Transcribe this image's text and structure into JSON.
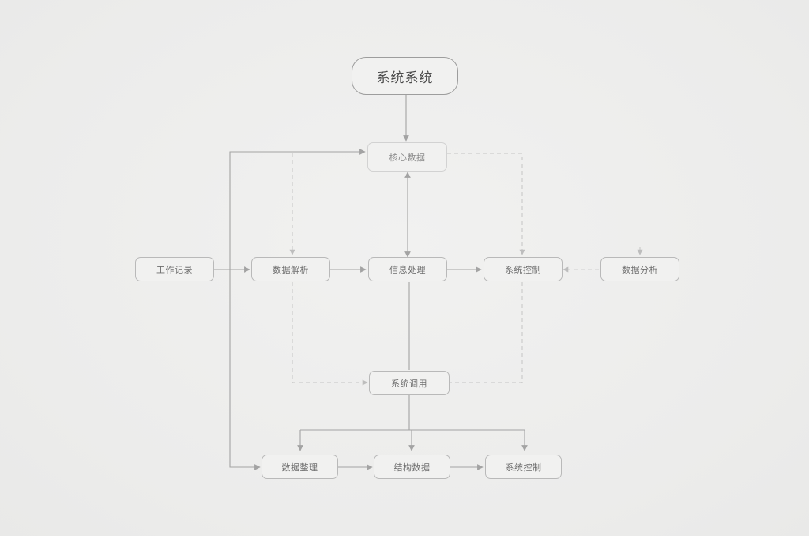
{
  "diagram": {
    "nodes": {
      "root": "系统系统",
      "top_center": "核心数据",
      "left_input": "工作记录",
      "mid_left": "数据解析",
      "mid_center": "信息处理",
      "mid_right": "系统控制",
      "far_right": "数据分析",
      "lower_center": "系统调用",
      "bottom_left": "数据整理",
      "bottom_center": "结构数据",
      "bottom_right": "系统控制"
    },
    "colors": {
      "background": "#eeeeed",
      "node_border": "#b9b9b9",
      "solid_line": "#a3a3a3",
      "dashed_line": "#c4c4c4",
      "text": "#6e6e6e"
    }
  }
}
